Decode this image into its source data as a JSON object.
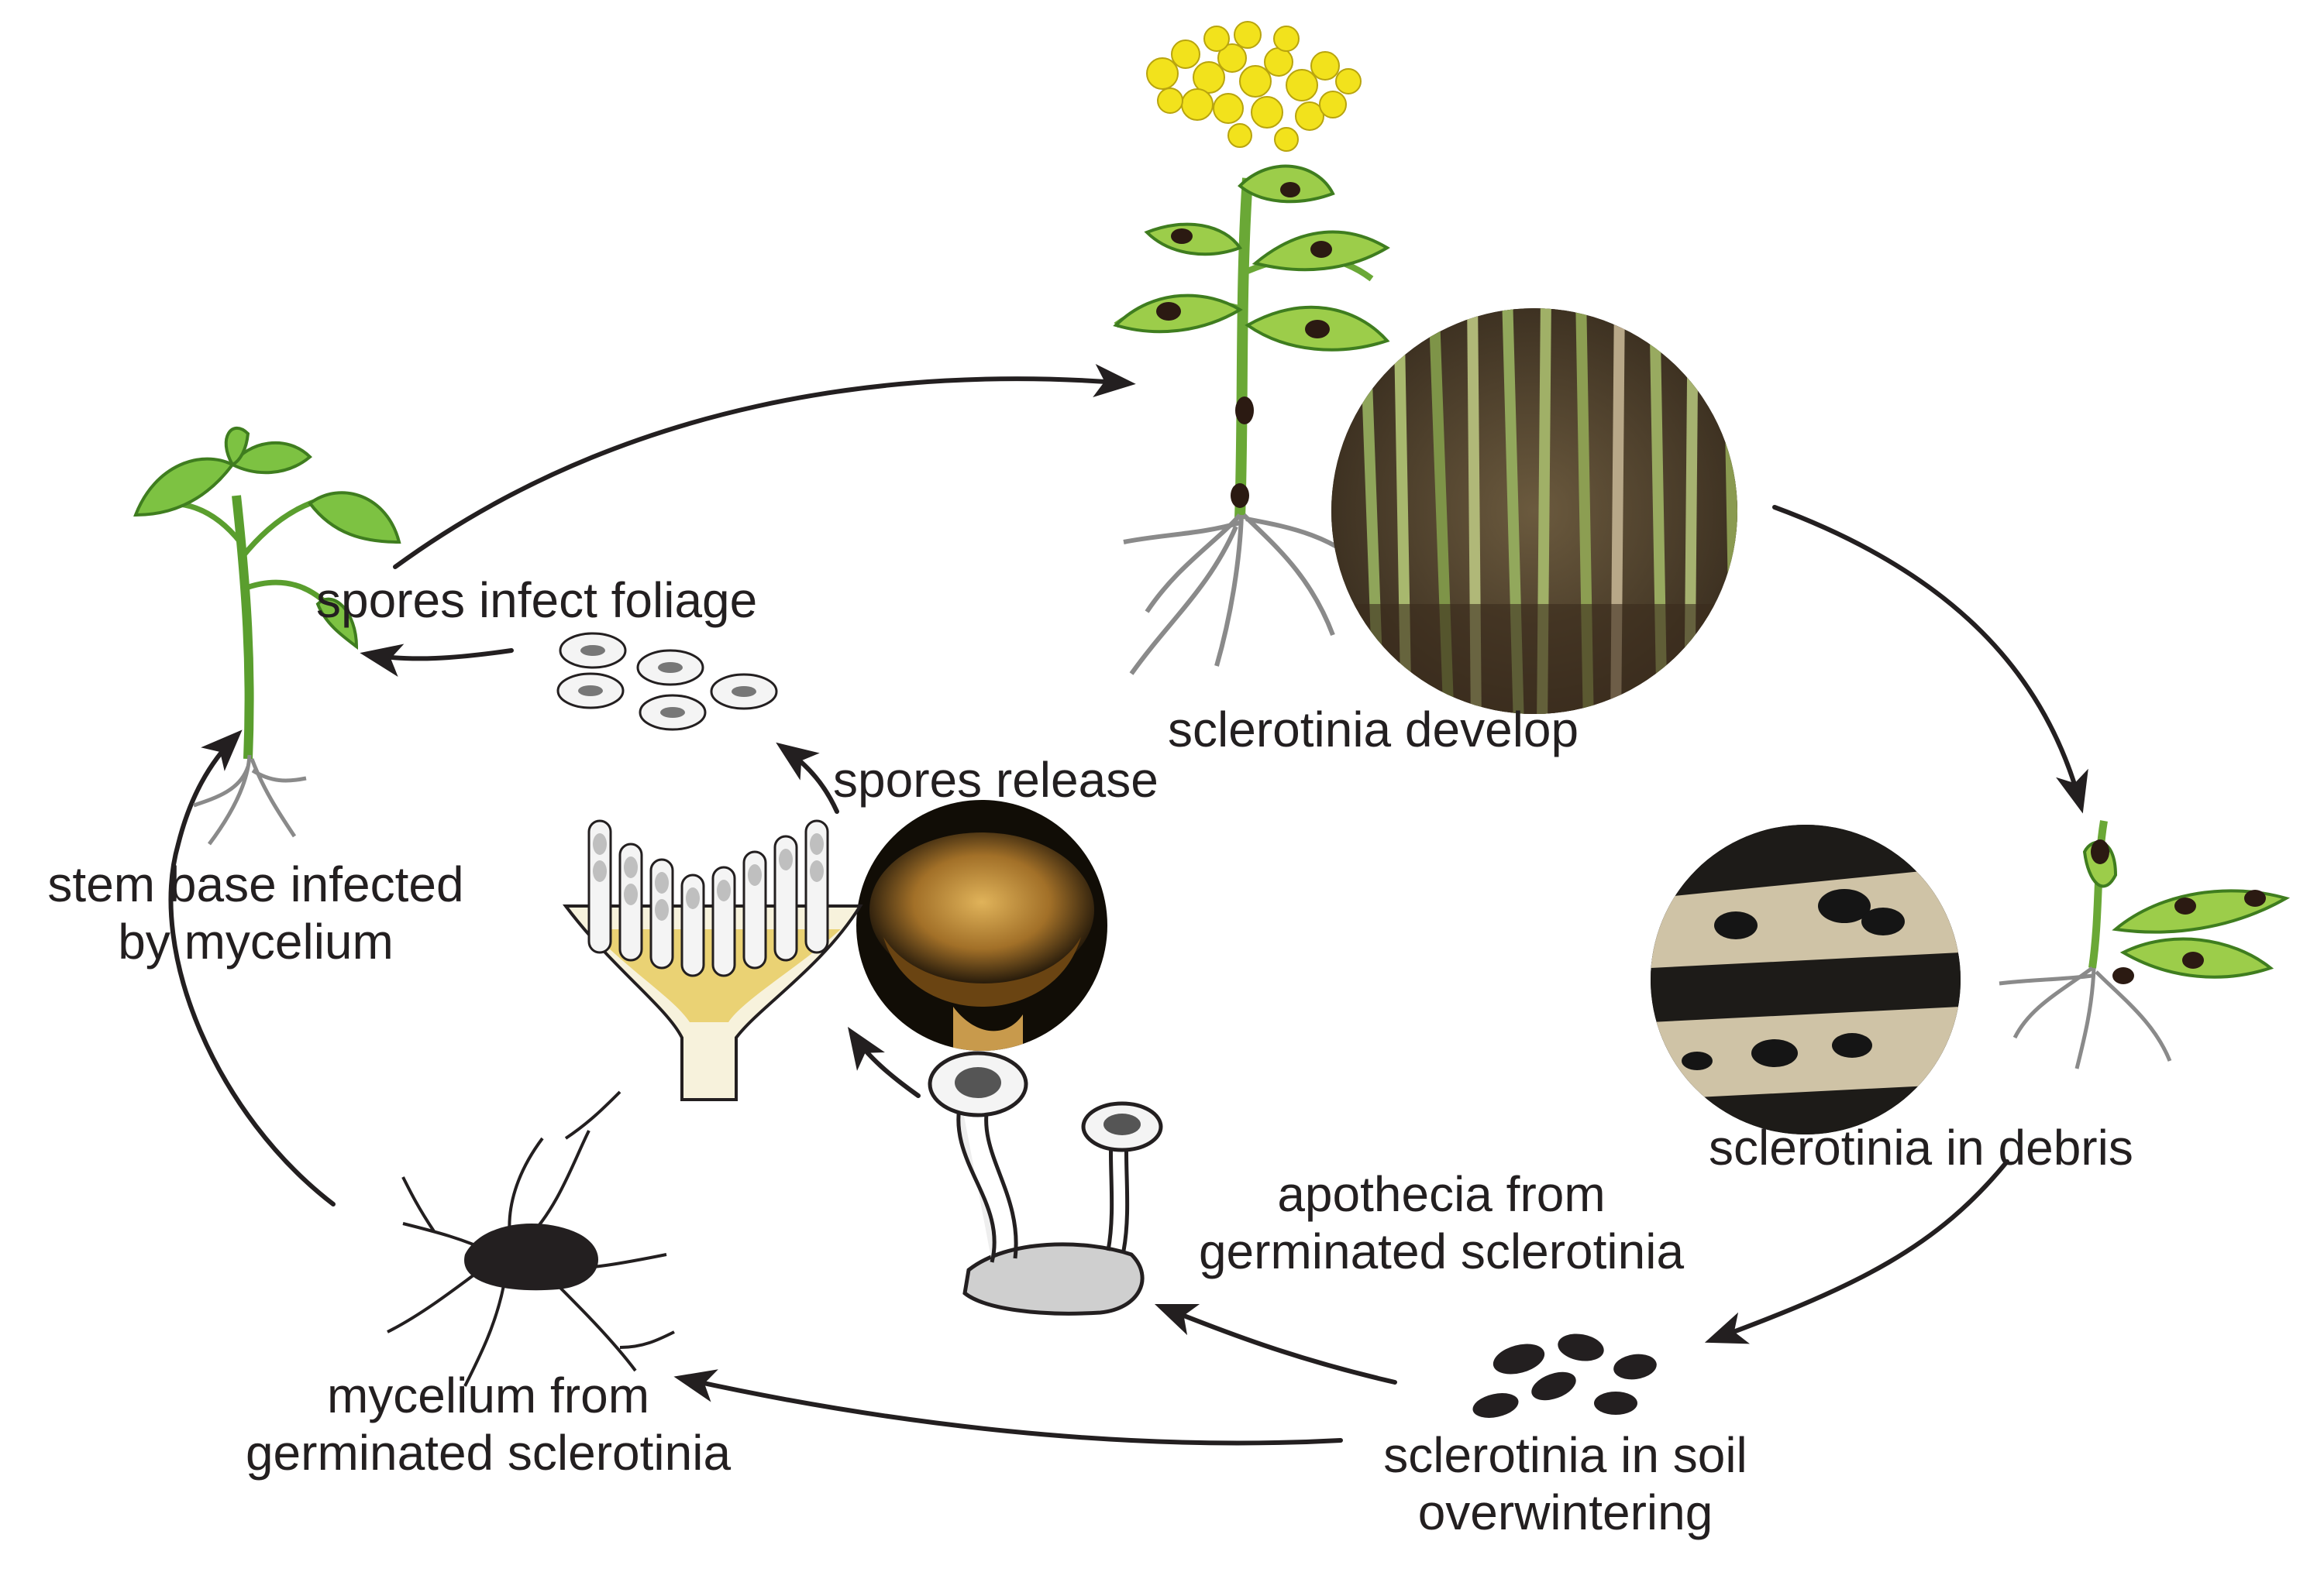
{
  "labels": {
    "spores_infect_foliage": "spores infect foliage",
    "sclerotinia_develop": "sclerotinia develop",
    "spores_release": "spores release",
    "stem_base_line1": "stem base infected",
    "stem_base_line2": "by mycelium",
    "sclerotinia_in_debris": "sclerotinia in debris",
    "apothecia_line1": "apothecia from",
    "apothecia_line2": "germinated sclerotinia",
    "mycelium_line1": "mycelium from",
    "mycelium_line2": "germinated sclerotinia",
    "soil_line1": "sclerotinia in soil",
    "soil_line2": "overwintering"
  },
  "colors": {
    "arrow": "#231f20",
    "leaf_green": "#7dc242",
    "leaf_dark": "#3f7d1f",
    "flower_yellow": "#f2e21c",
    "sclerotia": "#2b1a12",
    "root_gray": "#8a8a8a"
  }
}
